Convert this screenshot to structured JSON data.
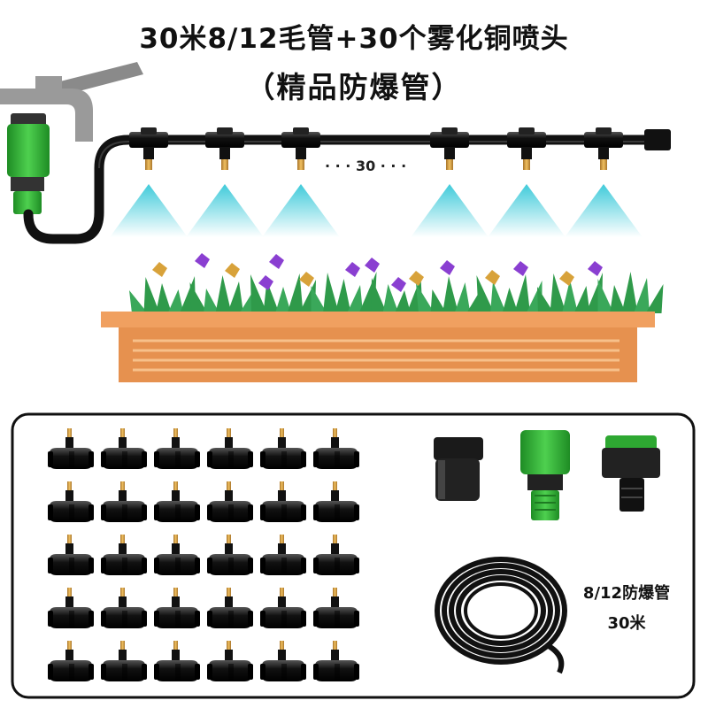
{
  "title": {
    "line1": "30米8/12毛管+30个雾化铜喷头",
    "line2": "（精品防爆管）"
  },
  "diagram": {
    "nozzle_count_label": "· · · 30 · · ·"
  },
  "kit": {
    "hose_label_line1": "8/12防爆管",
    "hose_label_line2": "30米"
  },
  "colors": {
    "mist": "#36c8d8",
    "adapter_green": "#37c23a",
    "planter": "#e79a58",
    "leaf": "#2f9a4a",
    "flower_purple": "#8a3fd1",
    "flower_yellow": "#d8a23a"
  }
}
